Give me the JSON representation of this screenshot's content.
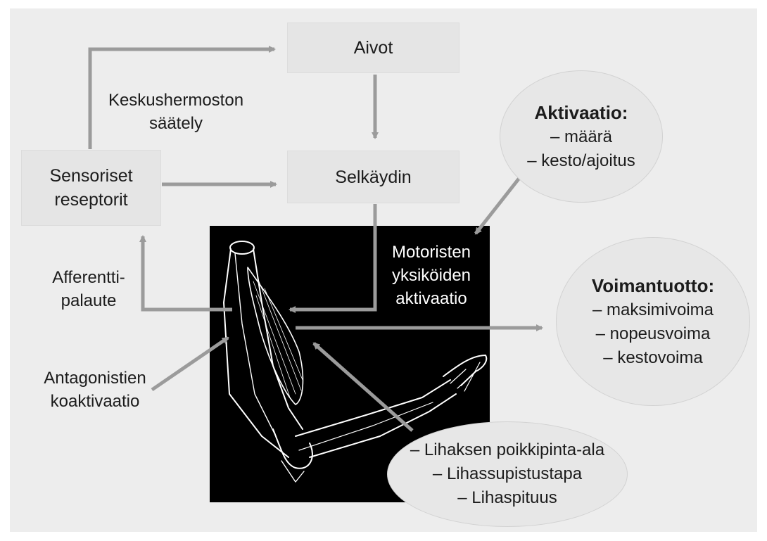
{
  "nodes": {
    "aivot": "Aivot",
    "selkaydin": "Selkäydin",
    "sensoriset": [
      "Sensoriset",
      "reseptorit"
    ]
  },
  "labels": {
    "keskushermosto": [
      "Keskushermoston",
      "säätely"
    ],
    "afferentti": [
      "Afferentti-",
      "palaute"
    ],
    "antagonistien": [
      "Antagonistien",
      "koaktivaatio"
    ],
    "motoristen": [
      "Motoristen",
      "yksiköiden",
      "aktivaatio"
    ]
  },
  "aktivaatio": {
    "title": "Aktivaatio:",
    "items": [
      "– määrä",
      "– kesto/ajoitus"
    ]
  },
  "voimantuotto": {
    "title": "Voimantuotto:",
    "items": [
      "– maksimivoima",
      "– nopeusvoima",
      "– kestovoima"
    ]
  },
  "lihas": {
    "items": [
      "– Lihaksen poikkipinta-ala",
      "– Lihassupistustapa",
      "– Lihaspituus"
    ]
  },
  "colors": {
    "arrow": "#9b9b9b",
    "box": "#e5e5e5",
    "panel": "#ededed",
    "image_bg": "#000000",
    "bone_outline": "#ffffff"
  }
}
